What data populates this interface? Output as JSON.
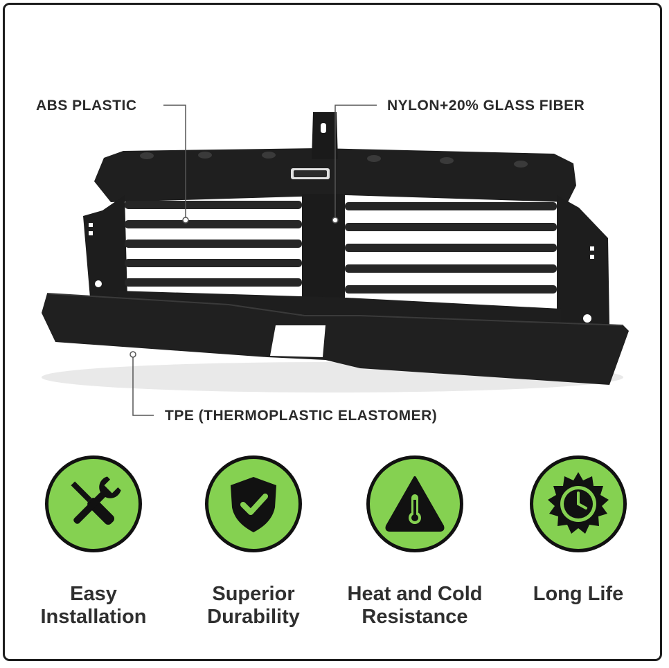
{
  "callouts": {
    "abs": "ABS PLASTIC",
    "nylon": "NYLON+20% GLASS FIBER",
    "tpe": "TPE (THERMOPLASTIC ELASTOMER)"
  },
  "features": [
    {
      "icon": "tools-icon",
      "line1": "Easy",
      "line2": "Installation"
    },
    {
      "icon": "shield-check-icon",
      "line1": "Superior",
      "line2": "Durability"
    },
    {
      "icon": "thermometer-warning-icon",
      "line1": "Heat and Cold",
      "line2": "Resistance"
    },
    {
      "icon": "clock-gear-icon",
      "line1": "Long Life",
      "line2": ""
    }
  ],
  "colors": {
    "badge_fill": "#85d151",
    "badge_border": "#111111",
    "text": "#2f2f2f",
    "product": "#1c1c1c"
  }
}
